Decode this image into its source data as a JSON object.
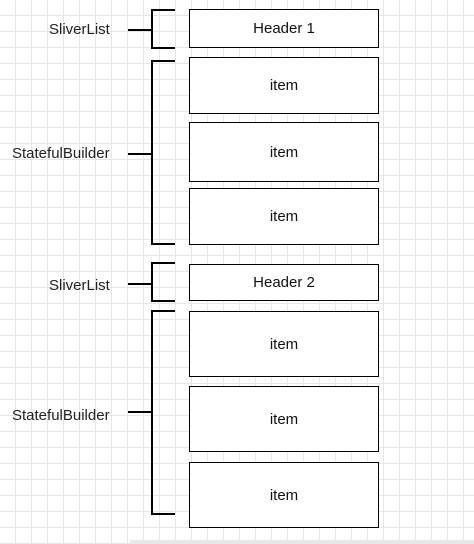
{
  "groups": [
    {
      "label": "SliverList",
      "boxes": [
        "Header 1"
      ]
    },
    {
      "label": "StatefulBuilder",
      "boxes": [
        "item",
        "item",
        "item"
      ]
    },
    {
      "label": "SliverList",
      "boxes": [
        "Header 2"
      ]
    },
    {
      "label": "StatefulBuilder",
      "boxes": [
        "item",
        "item",
        "item"
      ]
    }
  ]
}
